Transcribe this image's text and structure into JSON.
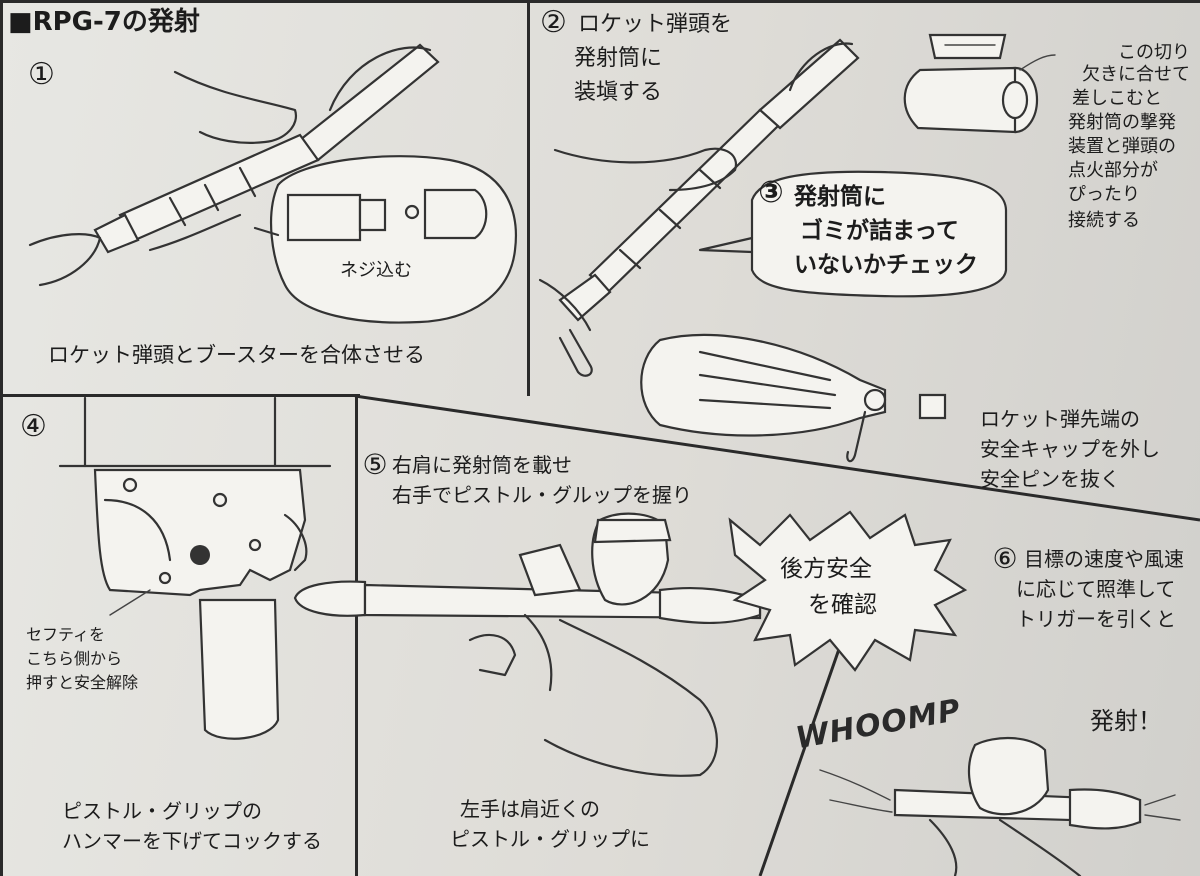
{
  "header": {
    "title": "■RPG-7の発射"
  },
  "panel1": {
    "number": "①",
    "bubble": "ネジ込む",
    "caption": "ロケット弾頭とブースターを合体させる"
  },
  "panel2": {
    "number": "②",
    "caption_lines": [
      "ロケット弾頭を",
      "発射筒に",
      "装塡する"
    ],
    "side_note_lines": [
      "この切り",
      "欠きに合せて",
      "差しこむと",
      "発射筒の撃発",
      "装置と弾頭の",
      "点火部分が",
      "ぴったり",
      "接続する"
    ]
  },
  "panel3": {
    "number": "③",
    "caption_lines": [
      "発射筒に",
      "ゴミが詰まって",
      "いないかチェック"
    ]
  },
  "safety_cap": {
    "caption_lines": [
      "ロケット弾先端の",
      "安全キャップを外し",
      "安全ピンを抜く"
    ]
  },
  "panel4": {
    "number": "④",
    "safety_note_lines": [
      "セフティを",
      "こちら側から",
      "押すと安全解除"
    ],
    "caption_lines": [
      "ピストル・グリップの",
      "ハンマーを下げてコックする"
    ]
  },
  "panel5": {
    "number": "⑤",
    "caption_lines": [
      "右肩に発射筒を載せ",
      "右手でピストル・グルップを握り"
    ],
    "left_hand_lines": [
      "左手は肩近くの",
      "ピストル・グリップに"
    ],
    "burst_lines": [
      "後方安全",
      "を確認"
    ]
  },
  "panel6": {
    "number": "⑥",
    "caption_lines": [
      "目標の速度や風速",
      "に応じて照準して",
      "トリガーを引くと"
    ],
    "sfx": "WHOOMP",
    "fire": "発射！"
  },
  "colors": {
    "ink": "#1c1c1c",
    "paper": "#e4e3df",
    "line": "#2a2a2a"
  }
}
